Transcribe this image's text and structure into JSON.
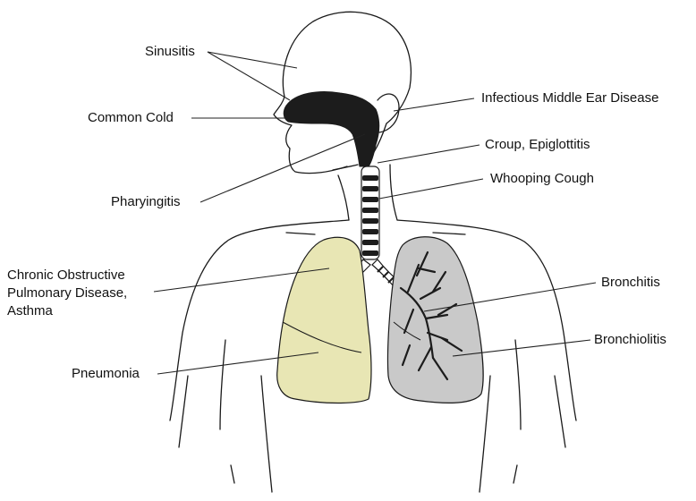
{
  "labels": {
    "sinusitis": "Sinusitis",
    "common_cold": "Common Cold",
    "pharyngitis": "Pharyingitis",
    "copd": [
      "Chronic Obstructive",
      "Pulmonary Disease,",
      "Asthma"
    ],
    "pneumonia": "Pneumonia",
    "middle_ear": "Infectious Middle Ear Disease",
    "croup": "Croup, Epiglottitis",
    "whooping_cough": "Whooping Cough",
    "bronchitis": "Bronchitis",
    "bronchiolitis": "Bronchiolitis"
  },
  "colors": {
    "outline": "#1a1a1a",
    "upper_airway": "#1c1c1c",
    "left_lung": "#e8e6b4",
    "right_lung": "#c9c9c9",
    "leader_line": "#222222"
  }
}
